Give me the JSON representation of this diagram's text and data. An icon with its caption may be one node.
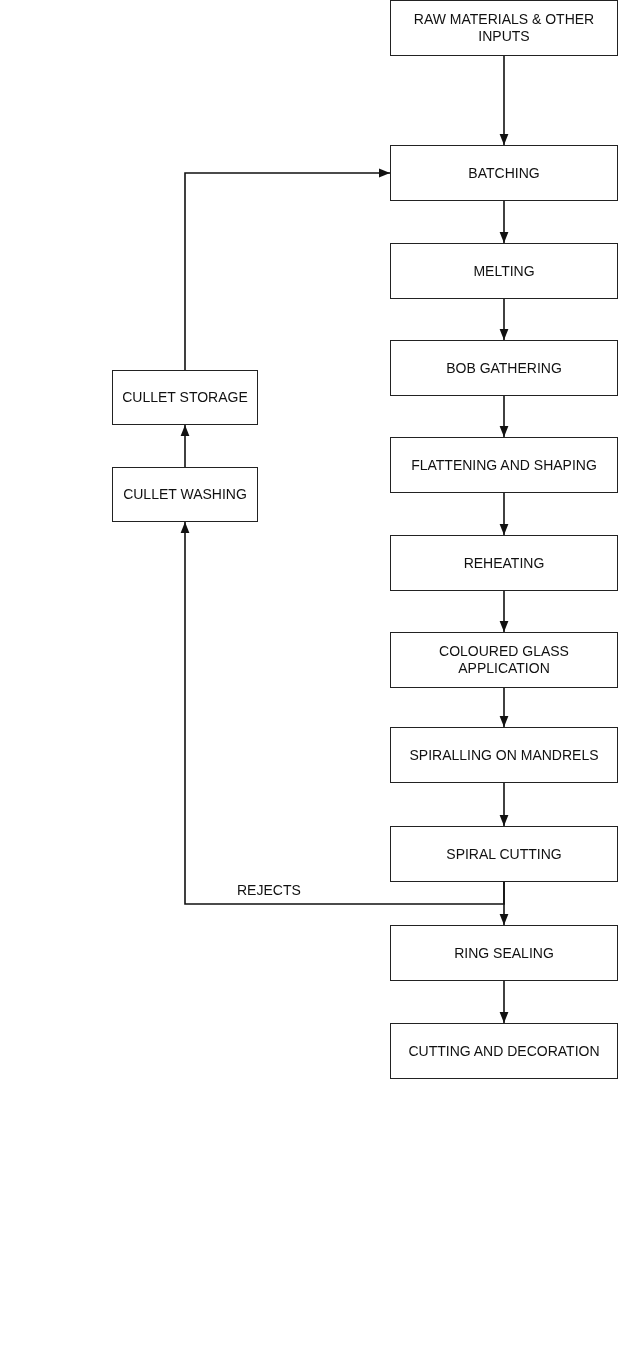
{
  "diagram": {
    "nodes": [
      {
        "text": [
          "RAW MATERIALS & OTHER INPUTS"
        ]
      },
      {
        "text": [
          "BATCHING"
        ]
      },
      {
        "text": [
          "MELTING"
        ]
      },
      {
        "text": [
          "BOB GATHERING"
        ]
      },
      {
        "text": [
          "FLATTENING AND SHAPING"
        ]
      },
      {
        "text": [
          "REHEATING"
        ]
      },
      {
        "text": [
          "COLOURED GLASS APPLICATION"
        ]
      },
      {
        "text": [
          "SPIRALLING ON MANDRELS"
        ]
      },
      {
        "text": [
          "SPIRAL CUTTING"
        ]
      },
      {
        "text": [
          "RING SEALING"
        ]
      },
      {
        "text": [
          "CUTTING AND DECORATION"
        ]
      },
      {
        "text": [
          "CULLET STORAGE"
        ]
      },
      {
        "text": [
          "CULLET WASHING"
        ]
      }
    ],
    "edges": [
      {
        "from": 0,
        "to": 1,
        "arrow": "to"
      },
      {
        "from": 1,
        "to": 2,
        "arrow": "to"
      },
      {
        "from": 2,
        "to": 3,
        "arrow": "to"
      },
      {
        "from": 3,
        "to": 4,
        "arrow": "to"
      },
      {
        "from": 4,
        "to": 5,
        "arrow": "to"
      },
      {
        "from": 5,
        "to": 6,
        "arrow": "to"
      },
      {
        "from": 6,
        "to": 7,
        "arrow": "to"
      },
      {
        "from": 7,
        "to": 8,
        "arrow": "to"
      },
      {
        "from": 8,
        "to": 9,
        "arrow": "to"
      },
      {
        "from": 9,
        "to": 10,
        "arrow": "to"
      },
      {
        "from": 8,
        "to": 12,
        "arrow": "to",
        "label": "REJECTS"
      },
      {
        "from": 12,
        "to": 11,
        "arrow": "to"
      },
      {
        "from": 11,
        "to": 1,
        "arrow": "to"
      }
    ]
  }
}
